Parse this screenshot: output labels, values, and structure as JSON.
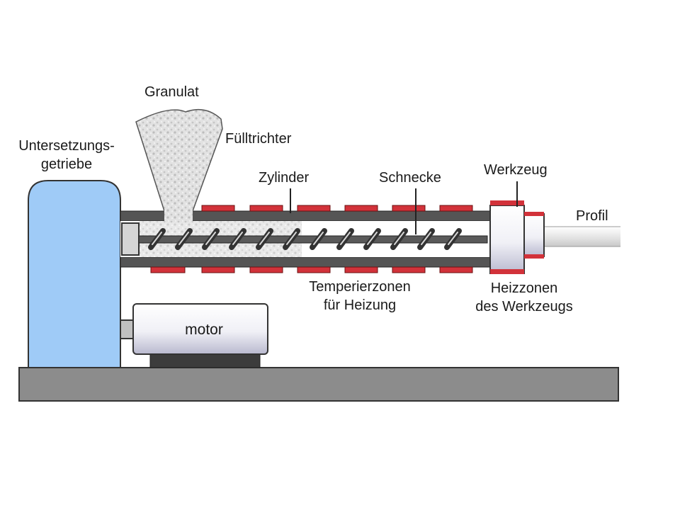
{
  "labels": {
    "granulat": "Granulat",
    "fuelltrichter": "Fülltrichter",
    "untersetzungsgetriebe_line1": "Untersetzungs-",
    "untersetzungsgetriebe_line2": "getriebe",
    "zylinder": "Zylinder",
    "schnecke": "Schnecke",
    "werkzeug": "Werkzeug",
    "profil": "Profil",
    "temperierzonen_line1": "Temperierzonen",
    "temperierzonen_line2": "für Heizung",
    "heizzonen_line1": "Heizzonen",
    "heizzonen_line2": "des Werkzeugs",
    "motor": "motor"
  },
  "colors": {
    "gearbox": "#9fcbf7",
    "heater": "#d2323a",
    "base": "#8c8c8c",
    "barrel": "#555555",
    "motor_body": "#e8e8f2"
  }
}
